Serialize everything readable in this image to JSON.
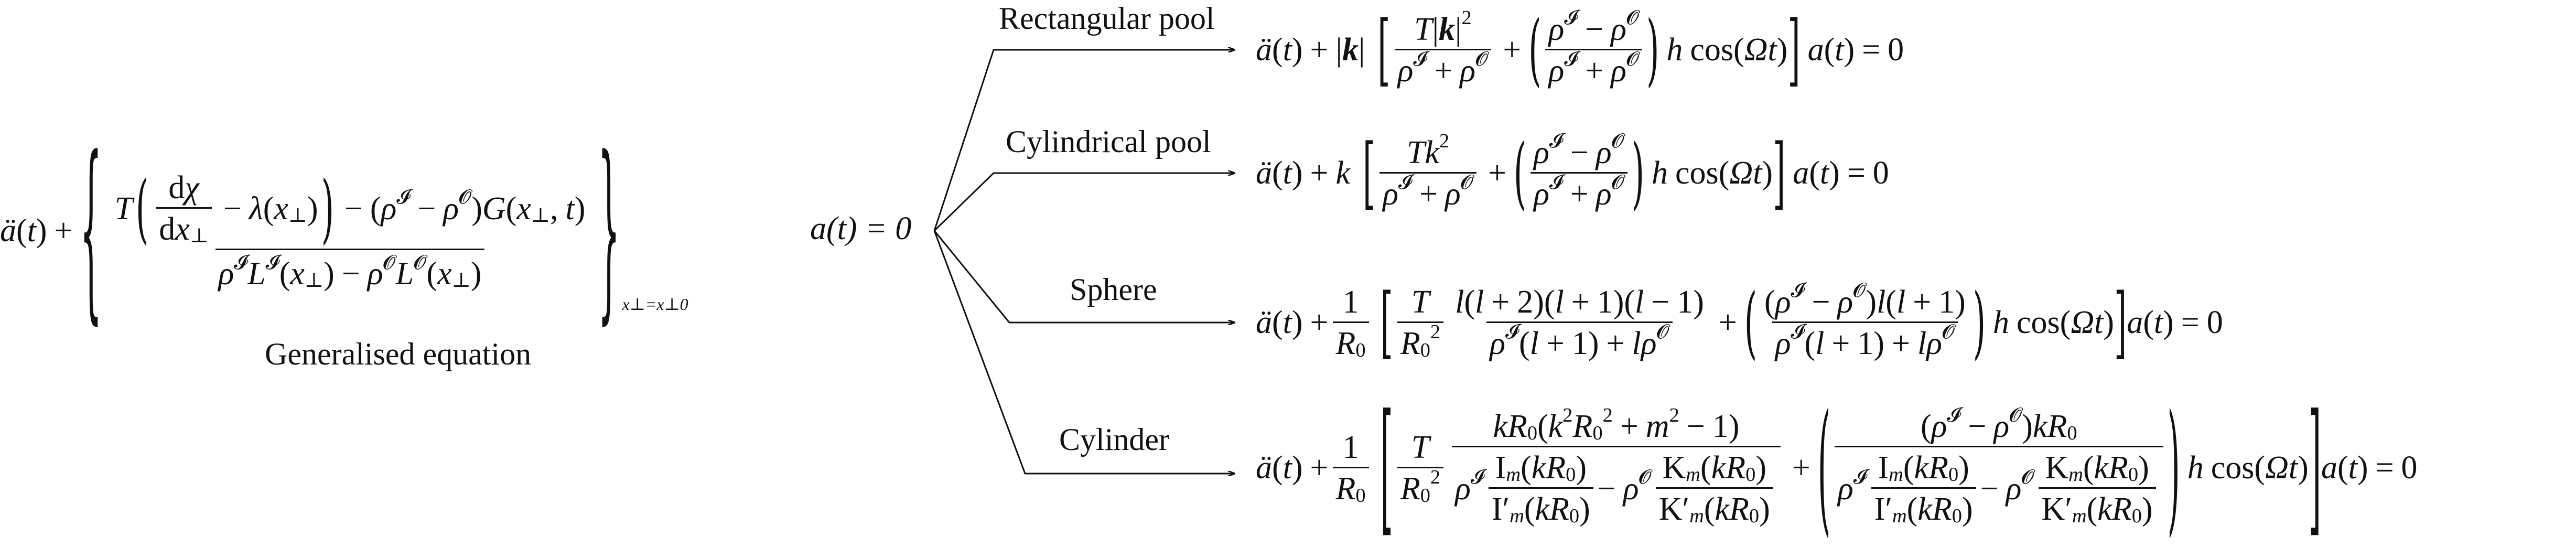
{
  "diagram": {
    "generalised_label": "Generalised equation",
    "center_equation": "a(t) = 0",
    "branches": [
      {
        "label": "Rectangular pool"
      },
      {
        "label": "Cylindrical pool"
      },
      {
        "label": "Sphere"
      },
      {
        "label": "Cylinder"
      }
    ],
    "subscript_condition": "x⊥=x⊥0"
  }
}
